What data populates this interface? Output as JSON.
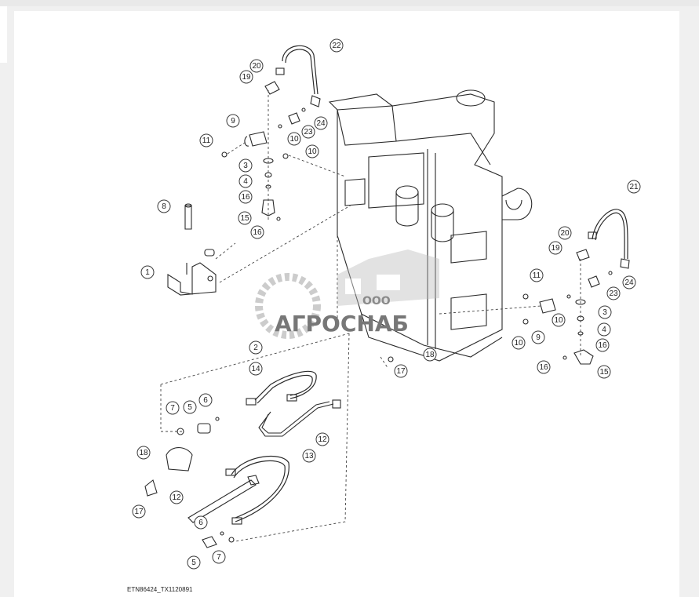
{
  "figure_code": "ETN86424_TX1120891",
  "watermark": {
    "company": "ООО",
    "brand": "АГРОСНАБ"
  },
  "callouts": [
    "22",
    "20",
    "19",
    "24",
    "9",
    "23",
    "10",
    "11",
    "10",
    "3",
    "4",
    "16",
    "15",
    "16",
    "8",
    "1",
    "21",
    "20",
    "19",
    "24",
    "23",
    "11",
    "3",
    "10",
    "9",
    "10",
    "4",
    "16",
    "16",
    "15",
    "17",
    "18",
    "2",
    "14",
    "7",
    "5",
    "6",
    "12",
    "18",
    "13",
    "17",
    "12",
    "6",
    "5",
    "7"
  ]
}
